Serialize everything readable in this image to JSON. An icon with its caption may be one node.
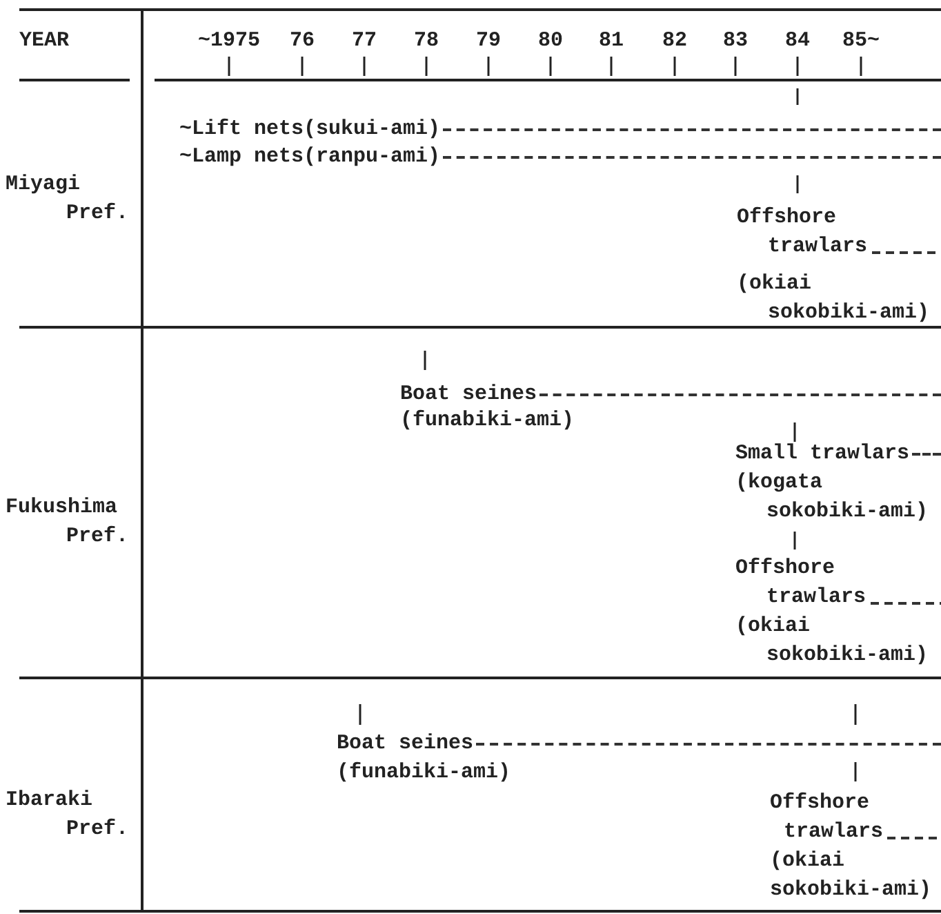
{
  "diagram": {
    "labels": [
      "YEAR",
      "~1975",
      "76",
      "77",
      "78",
      "79",
      "80",
      "81",
      "82",
      "83",
      "84",
      "85~",
      "~Lift nets(sukui-ami)",
      "~Lamp nets(ranpu-ami)",
      "Miyagi Pref.",
      "Offshore trawlars",
      "(okiai sokobiki-ami)",
      "Boat seines",
      "(funabiki-ami)",
      "Fukushima Pref.",
      "Small trawlars",
      "(kogata sokobiki-ami)",
      "Offshore trawlars",
      "(okiai sokobiki-ami)",
      "Ibaraki Pref.",
      "Boat seines",
      "(funabiki-ami)",
      "Offshore trawlars",
      "(okiai sokobiki-ami)"
    ]
  }
}
